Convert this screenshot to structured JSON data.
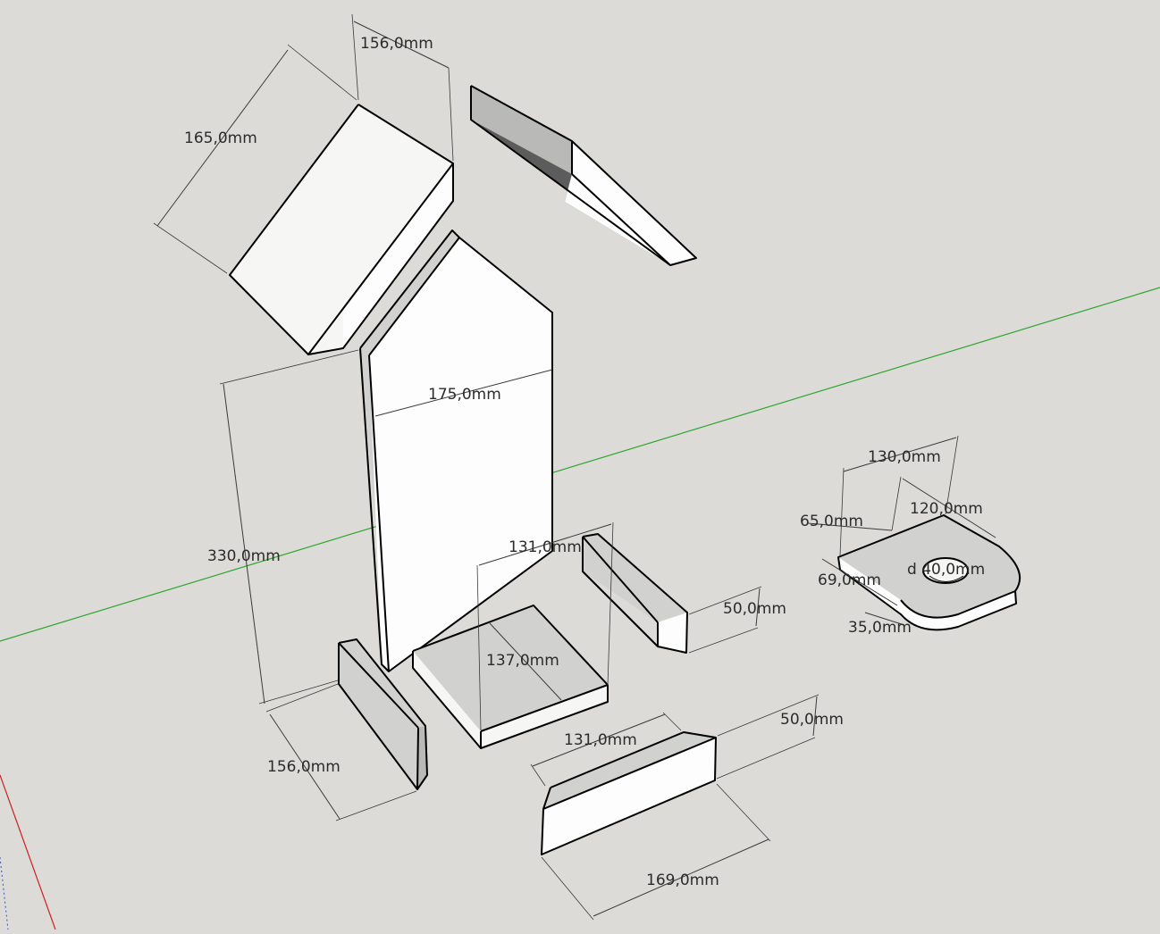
{
  "dimensions": {
    "roof_left_width": "156,0mm",
    "roof_left_length": "165,0mm",
    "front_width": "175,0mm",
    "front_height": "330,0mm",
    "floor_width": "131,0mm",
    "floor_depth": "137,0mm",
    "side_right_height": "50,0mm",
    "side_left_length": "156,0mm",
    "side_bottom_width": "131,0mm",
    "side_bottom_height": "50,0mm",
    "side_bottom_length": "169,0mm",
    "bracket_width": "130,0mm",
    "bracket_offset": "65,0mm",
    "bracket_depth": "120,0mm",
    "bracket_hole": "d 40,0mm",
    "bracket_hole_pos": "69,0mm",
    "bracket_thickness": "35,0mm"
  },
  "colors": {
    "background": "#dcdbd7",
    "green_axis": "#2fa52f",
    "red_axis": "#cc2020",
    "blue_axis": "#3050c8"
  }
}
